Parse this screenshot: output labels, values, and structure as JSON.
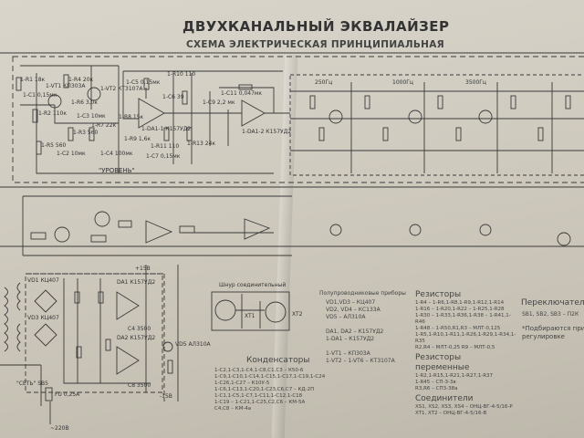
{
  "document": {
    "title": "ДВУХКАНАЛЬНЫЙ ЭКВАЛАЙЗЕР",
    "subtitle": "СХЕМА ЭЛЕКТРИЧЕСКАЯ ПРИНЦИПИАЛЬНАЯ"
  },
  "components": {
    "r1": "1-R1 18к",
    "c1": "1-C1 0,15мк",
    "vt1": "1-VT1 КП303А",
    "r4": "1-R4 20к",
    "vt2": "1-VT2 КТ3107А",
    "r6": "1-R6 3,0к",
    "r2": "1-R2 110к",
    "r3": "1-R3 560",
    "r5": "1-R5 560",
    "c2": "1-C2 10мк",
    "c3": "1-C3 10мк",
    "r7": "1-R7 22к",
    "c4": "1-C4 100мк",
    "r8": "1-R8 15к",
    "r9": "1-R9 1,6к",
    "c5": "1-C5 0,15мк",
    "r10": "1-R10 110",
    "c6": "1-C6 39",
    "da1": "1-DA1-1 К157УД2",
    "r11": "1-R11 110",
    "c7": "1-C7 0,15мк",
    "r13": "1-R13 24к",
    "c9": "1-C9 2,2 мк",
    "c11": "1-C11 0,047мк",
    "da2": "1-DA1-2 К157УД2",
    "level": "\"УРОВЕНЬ\"",
    "freq1": "250Гц",
    "freq2": "1000Гц",
    "freq3": "3500Гц",
    "ps_vd1": "VD1 КЦ407",
    "ps_vd3": "VD3 КЦ407",
    "ps_da1": "DA1 К157УД2",
    "ps_da2": "DA2 К157УД2",
    "ps_vd5": "VD5 АЛ310А",
    "ps_c8": "C8 3500",
    "ps_c4": "C4 3500",
    "plus15": "+15В",
    "minus15": "-15В",
    "net": "\"СЕТЬ\" SB5",
    "fuse": "FU 0,25А",
    "mains": "~220В",
    "cord": "Шнур соединительный",
    "xt1": "XT1",
    "xt2": "XT2"
  },
  "notes": {
    "semis_head": "Полупроводниковые приборы",
    "semis": "VD1,VD3 – КЦ407\nVD2, VD4 – КС133А\nVD5 – АЛ310А\n\nDA1, DA2 – К157УД2\n1-DA1 – К157УД2\n\n1-VT1 – КП303А\n1-VT2 – 1-VT6 – КТ3107А",
    "caps_head": "Конденсаторы",
    "caps": "1-C2,1-C3,1-C4,1-C8,C1,C3 – К50-6\n1-C9,1-C10,1-C14,1-C15,1-C17,1-C19,1-C24\n1-C26,1-C27 – К10У-5\n1-C6,1-C13,1-C20,1-C23,C6,C7 – КД-2П\n1-C1,1-C5,1-C7,1-C11,1-C12,1-C18\n1-C19 – 1-C21,1-C25,C2,C6 – КМ-5А\nC4,C8 – КМ-4а",
    "res_head": "Резисторы",
    "res": "1-R4 – 1-R6,1-R8,1-R9,1-R12,1-R14\n1-R16 – 1-R20,1-R22 – 1-R25,1-R28\n1-R30 – 1-R33,1-R36,1-R38 – 1-R41,1-R46\n1-R48 – 1-R50,R1,R3 – МЛТ-0,125\n1-R5,1-R10,1-R11,1-R26,1-R29,1-R34,1-R35\nR2,R4 – МЛТ-0,25 R9 – МЛТ-0,5",
    "varres_head": "Резисторы переменные",
    "varres": "1-R2,1-R15,1-R21,1-R27,1-R37\n1-R45 – СП-3-3в\nR3,R6 – СП3-38а",
    "conn_head": "Соединители",
    "conn": "XS1, XS2, XS3, XS4 – ОНЦ-ВГ-4-5/16-Р\nXT1, XT2 – ОНЦ-ВГ-4-5/16-В",
    "switch_head": "Переключатели",
    "switch": "SB1, SB2, SB3 – П2К",
    "footnote": "*Подбираются при\nрегулировке"
  }
}
